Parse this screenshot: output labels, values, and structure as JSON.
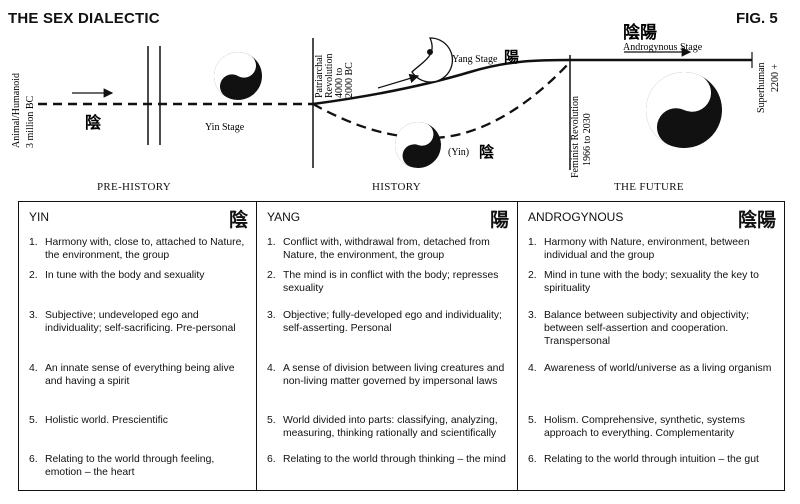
{
  "header": {
    "title": "THE SEX DIALECTIC",
    "figure": "FIG. 5"
  },
  "diagram": {
    "left_axis_label_1": "Animal/Humanoid",
    "left_axis_label_2": "3 million BC",
    "yin_kanji": "陰",
    "yin_stage": "Yin Stage",
    "patriarchal_1": "Patriarchal",
    "patriarchal_2": "Revolution",
    "patriarchal_3": "4000 to",
    "patriarchal_4": "2000 BC",
    "yang_stage": "Yang Stage",
    "yang_kanji": "陽",
    "yin_lower": "(Yin)",
    "yin_lower_kanji": "陰",
    "feminist_1": "Feminist Revolution",
    "feminist_2": "1966 to 2030",
    "androgynous_kanji": "陰陽",
    "androgynous_stage": "Androgynous Stage",
    "superhuman_1": "Superhuman",
    "superhuman_2": "2200 +",
    "era_prehistory": "PRE-HISTORY",
    "era_history": "HISTORY",
    "era_future": "THE FUTURE"
  },
  "table": {
    "yin": {
      "heading": "YIN",
      "kanji": "陰",
      "items": [
        {
          "n": "1.",
          "text": "Harmony with, close to, attached to Nature, the environment, the group"
        },
        {
          "n": "2.",
          "text": "In tune with the body and sexuality"
        },
        {
          "n": "3.",
          "text": "Subjective; undeveloped ego and individuality; self-sacrificing. Pre-personal"
        },
        {
          "n": "4.",
          "text": "An innate sense of everything being alive and having a spirit"
        },
        {
          "n": "5.",
          "text": "Holistic world. Prescientific"
        },
        {
          "n": "6.",
          "text": "Relating to the world through feeling, emotion – the heart"
        }
      ]
    },
    "yang": {
      "heading": "YANG",
      "kanji": "陽",
      "items": [
        {
          "n": "1.",
          "text": "Conflict with, withdrawal from, detached from Nature, the environment, the group"
        },
        {
          "n": "2.",
          "text": "The mind is in conflict with the body; represses sexuality"
        },
        {
          "n": "3.",
          "text": "Objective; fully-developed ego and individuality; self-asserting. Personal"
        },
        {
          "n": "4.",
          "text": "A sense of division between living creatures and non-living matter governed by impersonal laws"
        },
        {
          "n": "5.",
          "text": "World divided into parts: classifying, analyzing, measuring, thinking rationally and scientifically"
        },
        {
          "n": "6.",
          "text": "Relating to the world through thinking – the mind"
        }
      ]
    },
    "androgynous": {
      "heading": "ANDROGYNOUS",
      "kanji": "陰陽",
      "items": [
        {
          "n": "1.",
          "text": "Harmony with Nature, environment, between individual and the group"
        },
        {
          "n": "2.",
          "text": "Mind in tune with the body; sexuality the key to spirituality"
        },
        {
          "n": "3.",
          "text": "Balance between subjectivity and objectivity; between self-assertion and cooperation. Transpersonal"
        },
        {
          "n": "4.",
          "text": "Awareness of world/universe as a living organism"
        },
        {
          "n": "5.",
          "text": "Holism. Comprehensive, synthetic, systems approach to everything. Complementarity"
        },
        {
          "n": "6.",
          "text": "Relating to the world through intuition – the gut"
        }
      ]
    }
  }
}
